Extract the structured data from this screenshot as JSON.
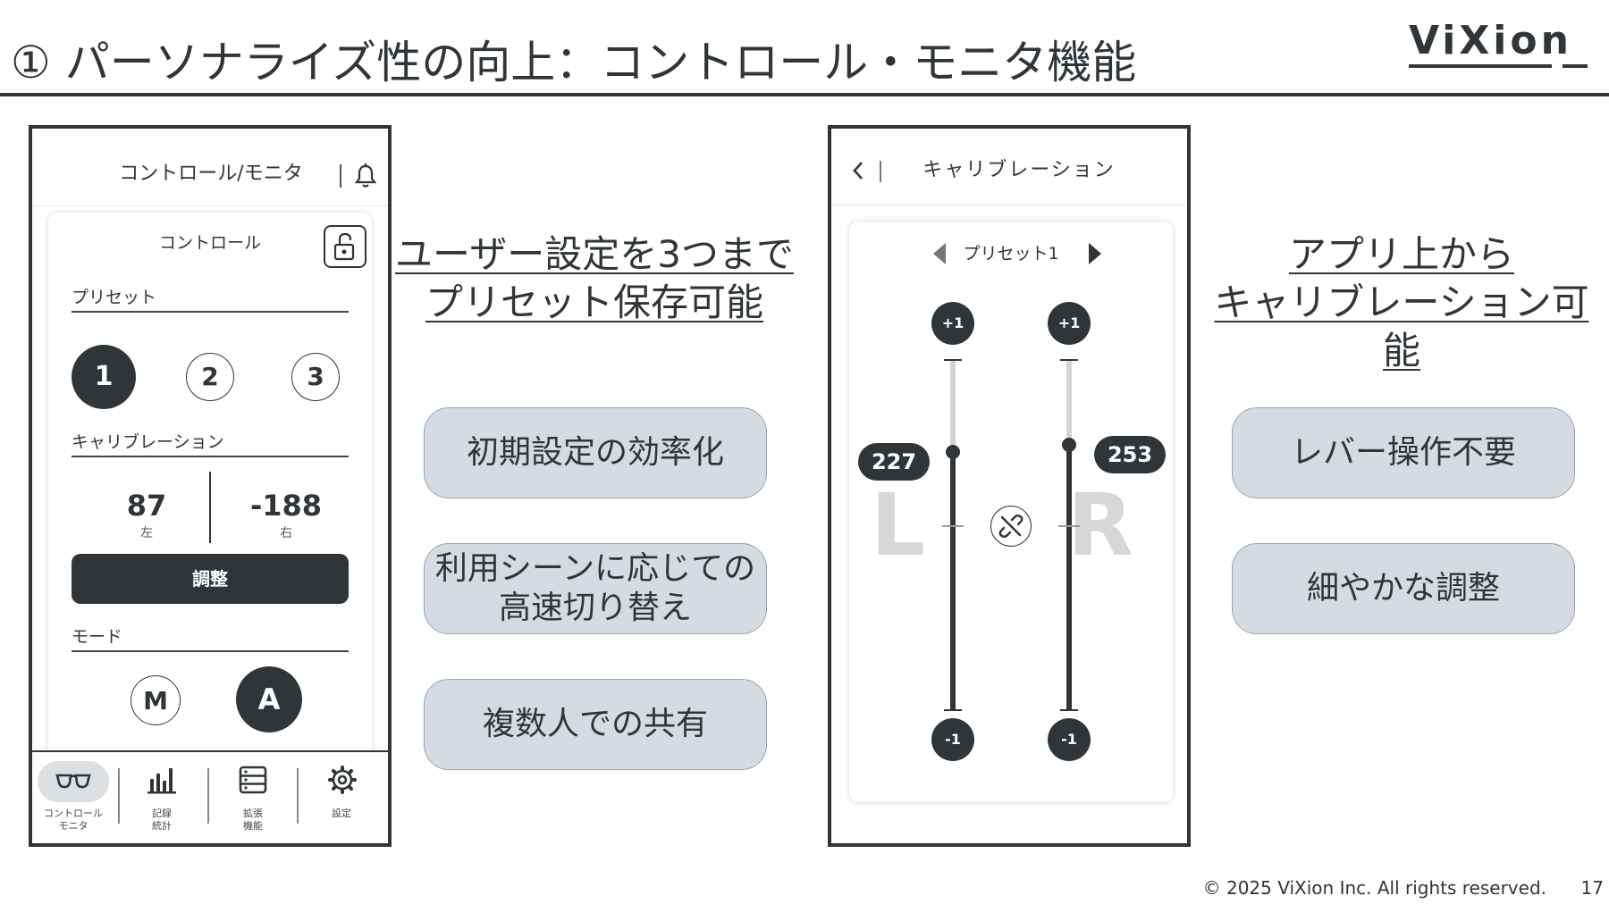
{
  "slide": {
    "title": "① パーソナライズ性の向上：コントロール・モニタ機能",
    "logo": "ViXion",
    "footer": "© 2025 ViXion Inc. All rights reserved.",
    "page_number": "17"
  },
  "left_phone": {
    "header_title": "コントロール/モニタ",
    "icons": {
      "bell": "bell-icon",
      "lock": "unlock-icon"
    },
    "card_title": "コントロール",
    "preset": {
      "label": "プリセット",
      "options": [
        "1",
        "2",
        "3"
      ],
      "selected": "1"
    },
    "calibration": {
      "label": "キャリブレーション",
      "left_value": "87",
      "left_side": "左",
      "right_value": "-188",
      "right_side": "右",
      "adjust_label": "調整"
    },
    "mode": {
      "label": "モード",
      "options": [
        "M",
        "A"
      ],
      "selected": "A"
    },
    "tabs": [
      {
        "icon": "glasses-icon",
        "label_line1": "コントロール",
        "label_line2": "モニタ",
        "active": true
      },
      {
        "icon": "bar-chart-icon",
        "label_line1": "記録",
        "label_line2": "統計",
        "active": false
      },
      {
        "icon": "list-icon",
        "label_line1": "拡張",
        "label_line2": "機能",
        "active": false
      },
      {
        "icon": "gear-icon",
        "label_line1": "設定",
        "label_line2": "",
        "active": false
      }
    ]
  },
  "center": {
    "heading_line1": "ユーザー設定を3つまで",
    "heading_line2": "プリセット保存可能",
    "features": [
      {
        "line1": "初期設定の効率化",
        "line2": ""
      },
      {
        "line1": "利用シーンに応じての",
        "line2": "高速切り替え"
      },
      {
        "line1": "複数人での共有",
        "line2": ""
      }
    ]
  },
  "right_phone": {
    "header_title": "キャリブレーション",
    "preset_label": "プリセット1",
    "left": {
      "letter": "L",
      "plus": "+1",
      "minus": "-1",
      "value": "227"
    },
    "right": {
      "letter": "R",
      "plus": "+1",
      "minus": "-1",
      "value": "253"
    },
    "icons": {
      "back": "chevron-left-icon",
      "link": "unlink-icon"
    }
  },
  "right_text": {
    "heading_line1": "アプリ上から",
    "heading_line2": "キャリブレーション可能",
    "features": [
      {
        "line1": "レバー操作不要"
      },
      {
        "line1": "細やかな調整"
      }
    ]
  },
  "colors": {
    "primary": "#2f3538",
    "pill_bg": "#d6dbe1",
    "track_light": "#d3d3d3",
    "letter_ghost": "#d7d7d7"
  }
}
